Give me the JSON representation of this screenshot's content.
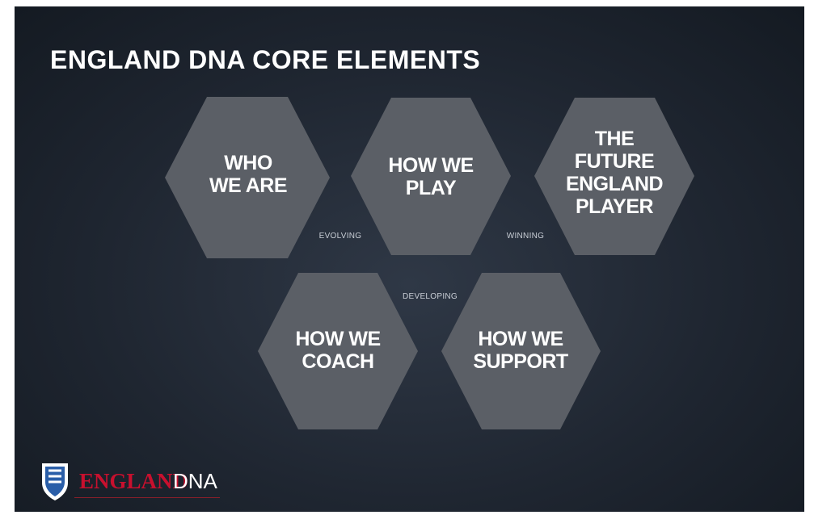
{
  "title": "ENGLAND DNA CORE ELEMENTS",
  "hexagons": [
    {
      "id": "who",
      "lines": [
        "WHO",
        "WE ARE"
      ]
    },
    {
      "id": "play",
      "lines": [
        "HOW WE",
        "PLAY"
      ]
    },
    {
      "id": "future",
      "lines": [
        "THE",
        "FUTURE",
        "ENGLAND",
        "PLAYER"
      ]
    },
    {
      "id": "coach",
      "lines": [
        "HOW WE",
        "COACH"
      ]
    },
    {
      "id": "support",
      "lines": [
        "HOW WE",
        "SUPPORT"
      ]
    }
  ],
  "links": [
    "EVOLVING",
    "WINNING",
    "DEVELOPING"
  ],
  "logo": {
    "brand_red": "ENGLAND",
    "brand_rest": "DNA"
  },
  "colors": {
    "background": "#1f2631",
    "hexagon": "#5b5f66",
    "brand_red": "#c8102e",
    "text": "#ffffff"
  }
}
